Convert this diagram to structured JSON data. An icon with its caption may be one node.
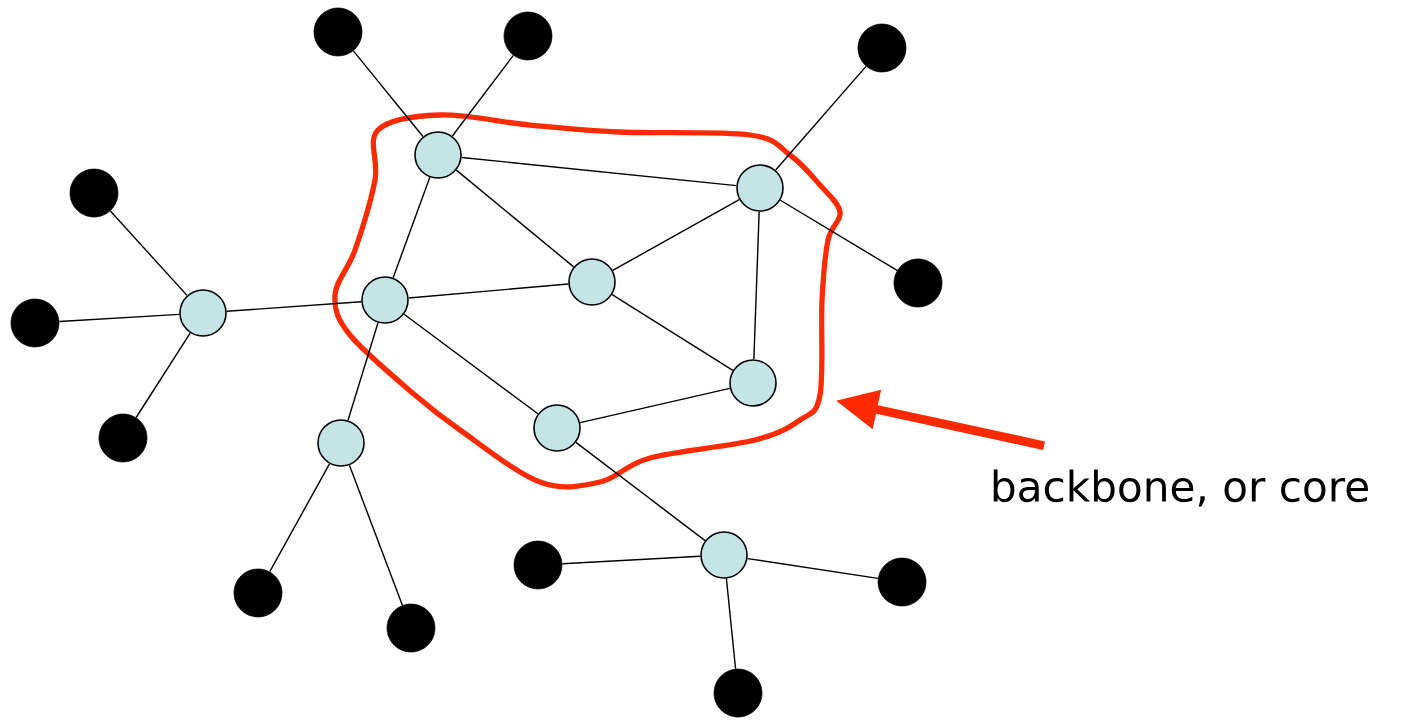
{
  "diagram": {
    "nodes": [
      {
        "text": [],
        "shape": "cloud"
      },
      {
        "text": [],
        "shape": "circle",
        "in": 0
      },
      {
        "text": [],
        "shape": "circle",
        "in": 0
      },
      {
        "text": [],
        "shape": "circle",
        "in": 0
      },
      {
        "text": [],
        "shape": "circle",
        "in": 0
      },
      {
        "text": [],
        "shape": "circle",
        "in": 0
      },
      {
        "text": [],
        "shape": "circle",
        "in": 0
      },
      {
        "text": [],
        "shape": "circle"
      },
      {
        "text": [],
        "shape": "circle"
      },
      {
        "text": [],
        "shape": "circle"
      },
      {
        "text": [],
        "shape": "circle"
      },
      {
        "text": [],
        "shape": "circle"
      },
      {
        "text": [],
        "shape": "circle"
      },
      {
        "text": [],
        "shape": "circle"
      },
      {
        "text": [],
        "shape": "circle"
      },
      {
        "text": [],
        "shape": "circle"
      },
      {
        "text": [],
        "shape": "circle"
      },
      {
        "text": [],
        "shape": "circle"
      },
      {
        "text": [],
        "shape": "circle"
      },
      {
        "text": [],
        "shape": "circle"
      },
      {
        "text": [],
        "shape": "circle"
      },
      {
        "text": [],
        "shape": "circle"
      },
      {
        "text": [
          "backbone, or core"
        ]
      }
    ],
    "edges": [
      {
        "from": 1,
        "to": 10,
        "arrow": "none"
      },
      {
        "from": 1,
        "to": 11,
        "arrow": "none"
      },
      {
        "from": 1,
        "to": 2,
        "arrow": "none"
      },
      {
        "from": 1,
        "to": 4,
        "arrow": "none"
      },
      {
        "from": 1,
        "to": 3,
        "arrow": "none"
      },
      {
        "from": 2,
        "to": 12,
        "arrow": "none"
      },
      {
        "from": 2,
        "to": 14,
        "arrow": "none"
      },
      {
        "from": 2,
        "to": 4,
        "arrow": "none"
      },
      {
        "from": 2,
        "to": 5,
        "arrow": "none"
      },
      {
        "from": 3,
        "to": 4,
        "arrow": "none"
      },
      {
        "from": 3,
        "to": 7,
        "arrow": "none"
      },
      {
        "from": 3,
        "to": 6,
        "arrow": "none"
      },
      {
        "from": 3,
        "to": 8,
        "arrow": "none"
      },
      {
        "from": 4,
        "to": 5,
        "arrow": "none"
      },
      {
        "from": 6,
        "to": 5,
        "arrow": "none"
      },
      {
        "from": 6,
        "to": 9,
        "arrow": "none"
      },
      {
        "from": 7,
        "to": 13,
        "arrow": "none"
      },
      {
        "from": 7,
        "to": 15,
        "arrow": "none"
      },
      {
        "from": 7,
        "to": 16,
        "arrow": "none"
      },
      {
        "from": 8,
        "to": 17,
        "arrow": "none"
      },
      {
        "from": 8,
        "to": 18,
        "arrow": "none"
      },
      {
        "from": 9,
        "to": 19,
        "arrow": "none"
      },
      {
        "from": 9,
        "to": 20,
        "arrow": "none"
      },
      {
        "from": 9,
        "to": 21,
        "arrow": "none"
      },
      {
        "from": 22,
        "to": 0,
        "arrow": "to",
        "style": "thick",
        "color": "#ff2a00"
      }
    ]
  }
}
